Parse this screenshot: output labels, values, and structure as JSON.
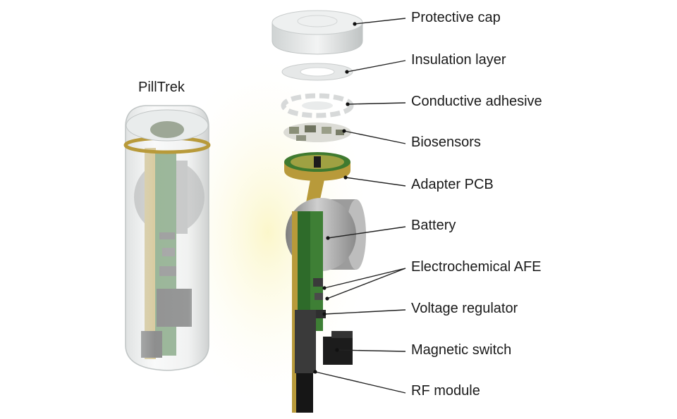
{
  "device": {
    "name": "PillTrek"
  },
  "components": [
    "Protective cap",
    "Insulation layer",
    "Conductive adhesive",
    "Biosensors",
    "Adapter PCB",
    "Battery",
    "Electrochemical AFE",
    "Voltage regulator",
    "Magnetic switch",
    "RF module"
  ],
  "colors": {
    "pcb_green": "#2e6b2a",
    "pcb_gold": "#b89a3a",
    "battery_silver": "#a8a8a8",
    "glow_yellow": "#fbf6c8",
    "module_black": "#1c1c1c",
    "leader_line": "#222222"
  }
}
